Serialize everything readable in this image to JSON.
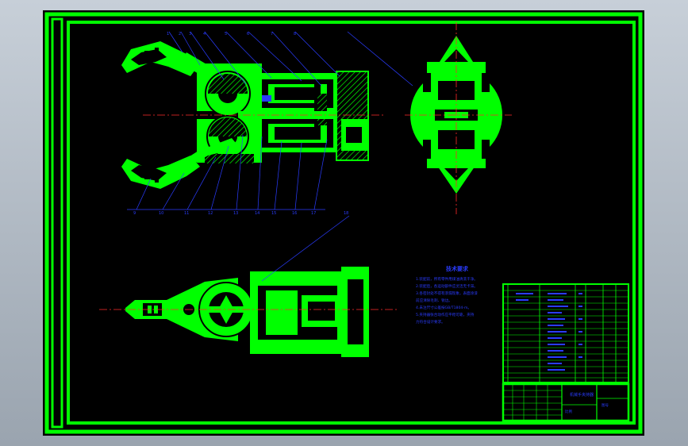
{
  "colors": {
    "background_gradient_top": "#c7cfd8",
    "background_gradient_bottom": "#9aa4af",
    "sheet": "#000000",
    "border": "#00ff00",
    "part_fill": "#00ff00",
    "hatch": "#00ff00",
    "leader": "#2a3cff",
    "centerline": "#ff2a2a",
    "text": "#2a3cff"
  },
  "notes": {
    "title": "技术要求",
    "lines": [
      "1.装配前，所有零件用煤油清洗干净。",
      "2.装配后，各运动部件应灵活无卡滞。",
      "3.各密封处不得有渗漏现象，表面涂漆",
      "前应清除毛刺、锐边。",
      "4.未注尺寸公差按GB/T1804-m。",
      "5.夹持器张合动作应平稳可靠，夹持",
      "力符合设计要求。"
    ]
  },
  "title_block": {
    "drawing_title": "机械手夹持器",
    "scale_label": "比例",
    "sheet_label": "图号"
  },
  "balloons_top": [
    "1",
    "2",
    "3",
    "4",
    "5",
    "6",
    "7",
    "8"
  ],
  "balloons_bottom": [
    "9",
    "10",
    "11",
    "12",
    "13",
    "14",
    "15",
    "16",
    "17"
  ],
  "balloon_section": "18"
}
